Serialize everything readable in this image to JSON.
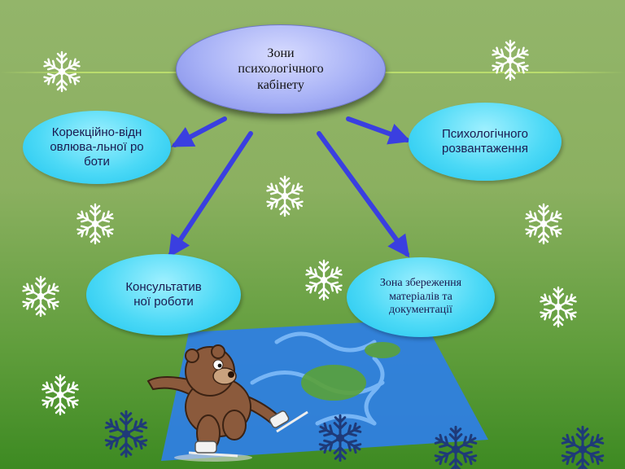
{
  "diagram": {
    "central_node": {
      "label": "Зони психологічного кабінету"
    },
    "nodes": [
      {
        "id": "correction",
        "label": "Корекційно-відновлюва-льної роботи"
      },
      {
        "id": "unloading",
        "label": "Психологічного розвантаження"
      },
      {
        "id": "consulting",
        "label": "Консультативної роботи"
      },
      {
        "id": "storage",
        "label": "Зона збереження матеріалів та документації"
      }
    ],
    "colors": {
      "background_top": "#93b56a",
      "background_bottom": "#3d8a22",
      "central_node": "#a7b1f6",
      "nodes": "#4cd9f6",
      "arrows": "#3a3fe0",
      "ice": "#2f7fe0",
      "snowflakes_light": "#ffffff",
      "snowflakes_dark": "#1f3a78"
    },
    "decorations": [
      "snowflake-icon",
      "skating-bear-icon",
      "ice-patch"
    ]
  }
}
